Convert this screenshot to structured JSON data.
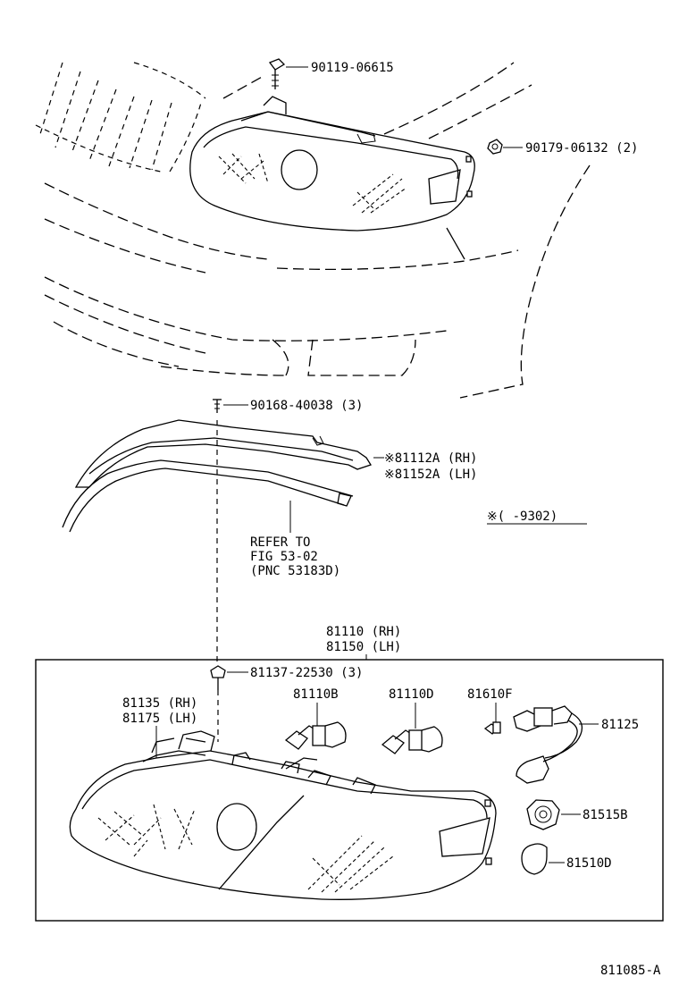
{
  "diagram": {
    "callouts": {
      "c1": "90119-06615",
      "c2": "90179-06132 (2)",
      "c3": "90168-40038 (3)",
      "c4a": "※81112A (RH)",
      "c4b": "※81152A (LH)",
      "c5": "※(     -9302)",
      "c6a": "REFER TO",
      "c6b": "FIG 53-02",
      "c6c": "(PNC 53183D)",
      "c7a": "81110 (RH)",
      "c7b": "81150 (LH)",
      "c8": "81137-22530 (3)",
      "c9a": "81135 (RH)",
      "c9b": "81175 (LH)",
      "c10": "81110B",
      "c11": "81110D",
      "c12": "81610F",
      "c13": "81125",
      "c14": "81515B",
      "c15": "81510D"
    },
    "figure_number": "811085-A"
  }
}
